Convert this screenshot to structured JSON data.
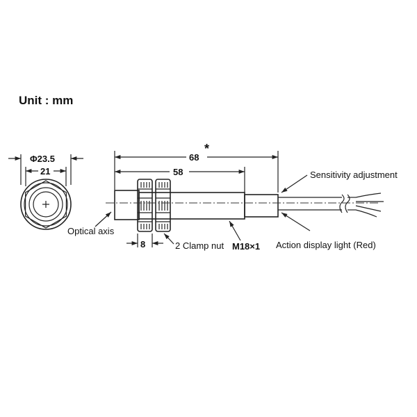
{
  "title": "Unit : mm",
  "end_view": {
    "outer_diameter": "Φ23.5",
    "across_flats": "21"
  },
  "side_view": {
    "overall_length": "68",
    "overall_length_mark": "*",
    "thread_length": "58",
    "nut_width": "8",
    "thread_spec": "M18×1"
  },
  "callouts": {
    "optical_axis": "Optical axis",
    "clamp_nut": "2 Clamp nut",
    "sensitivity": "Sensitivity adjustment",
    "indicator": "Action display light (Red)"
  }
}
